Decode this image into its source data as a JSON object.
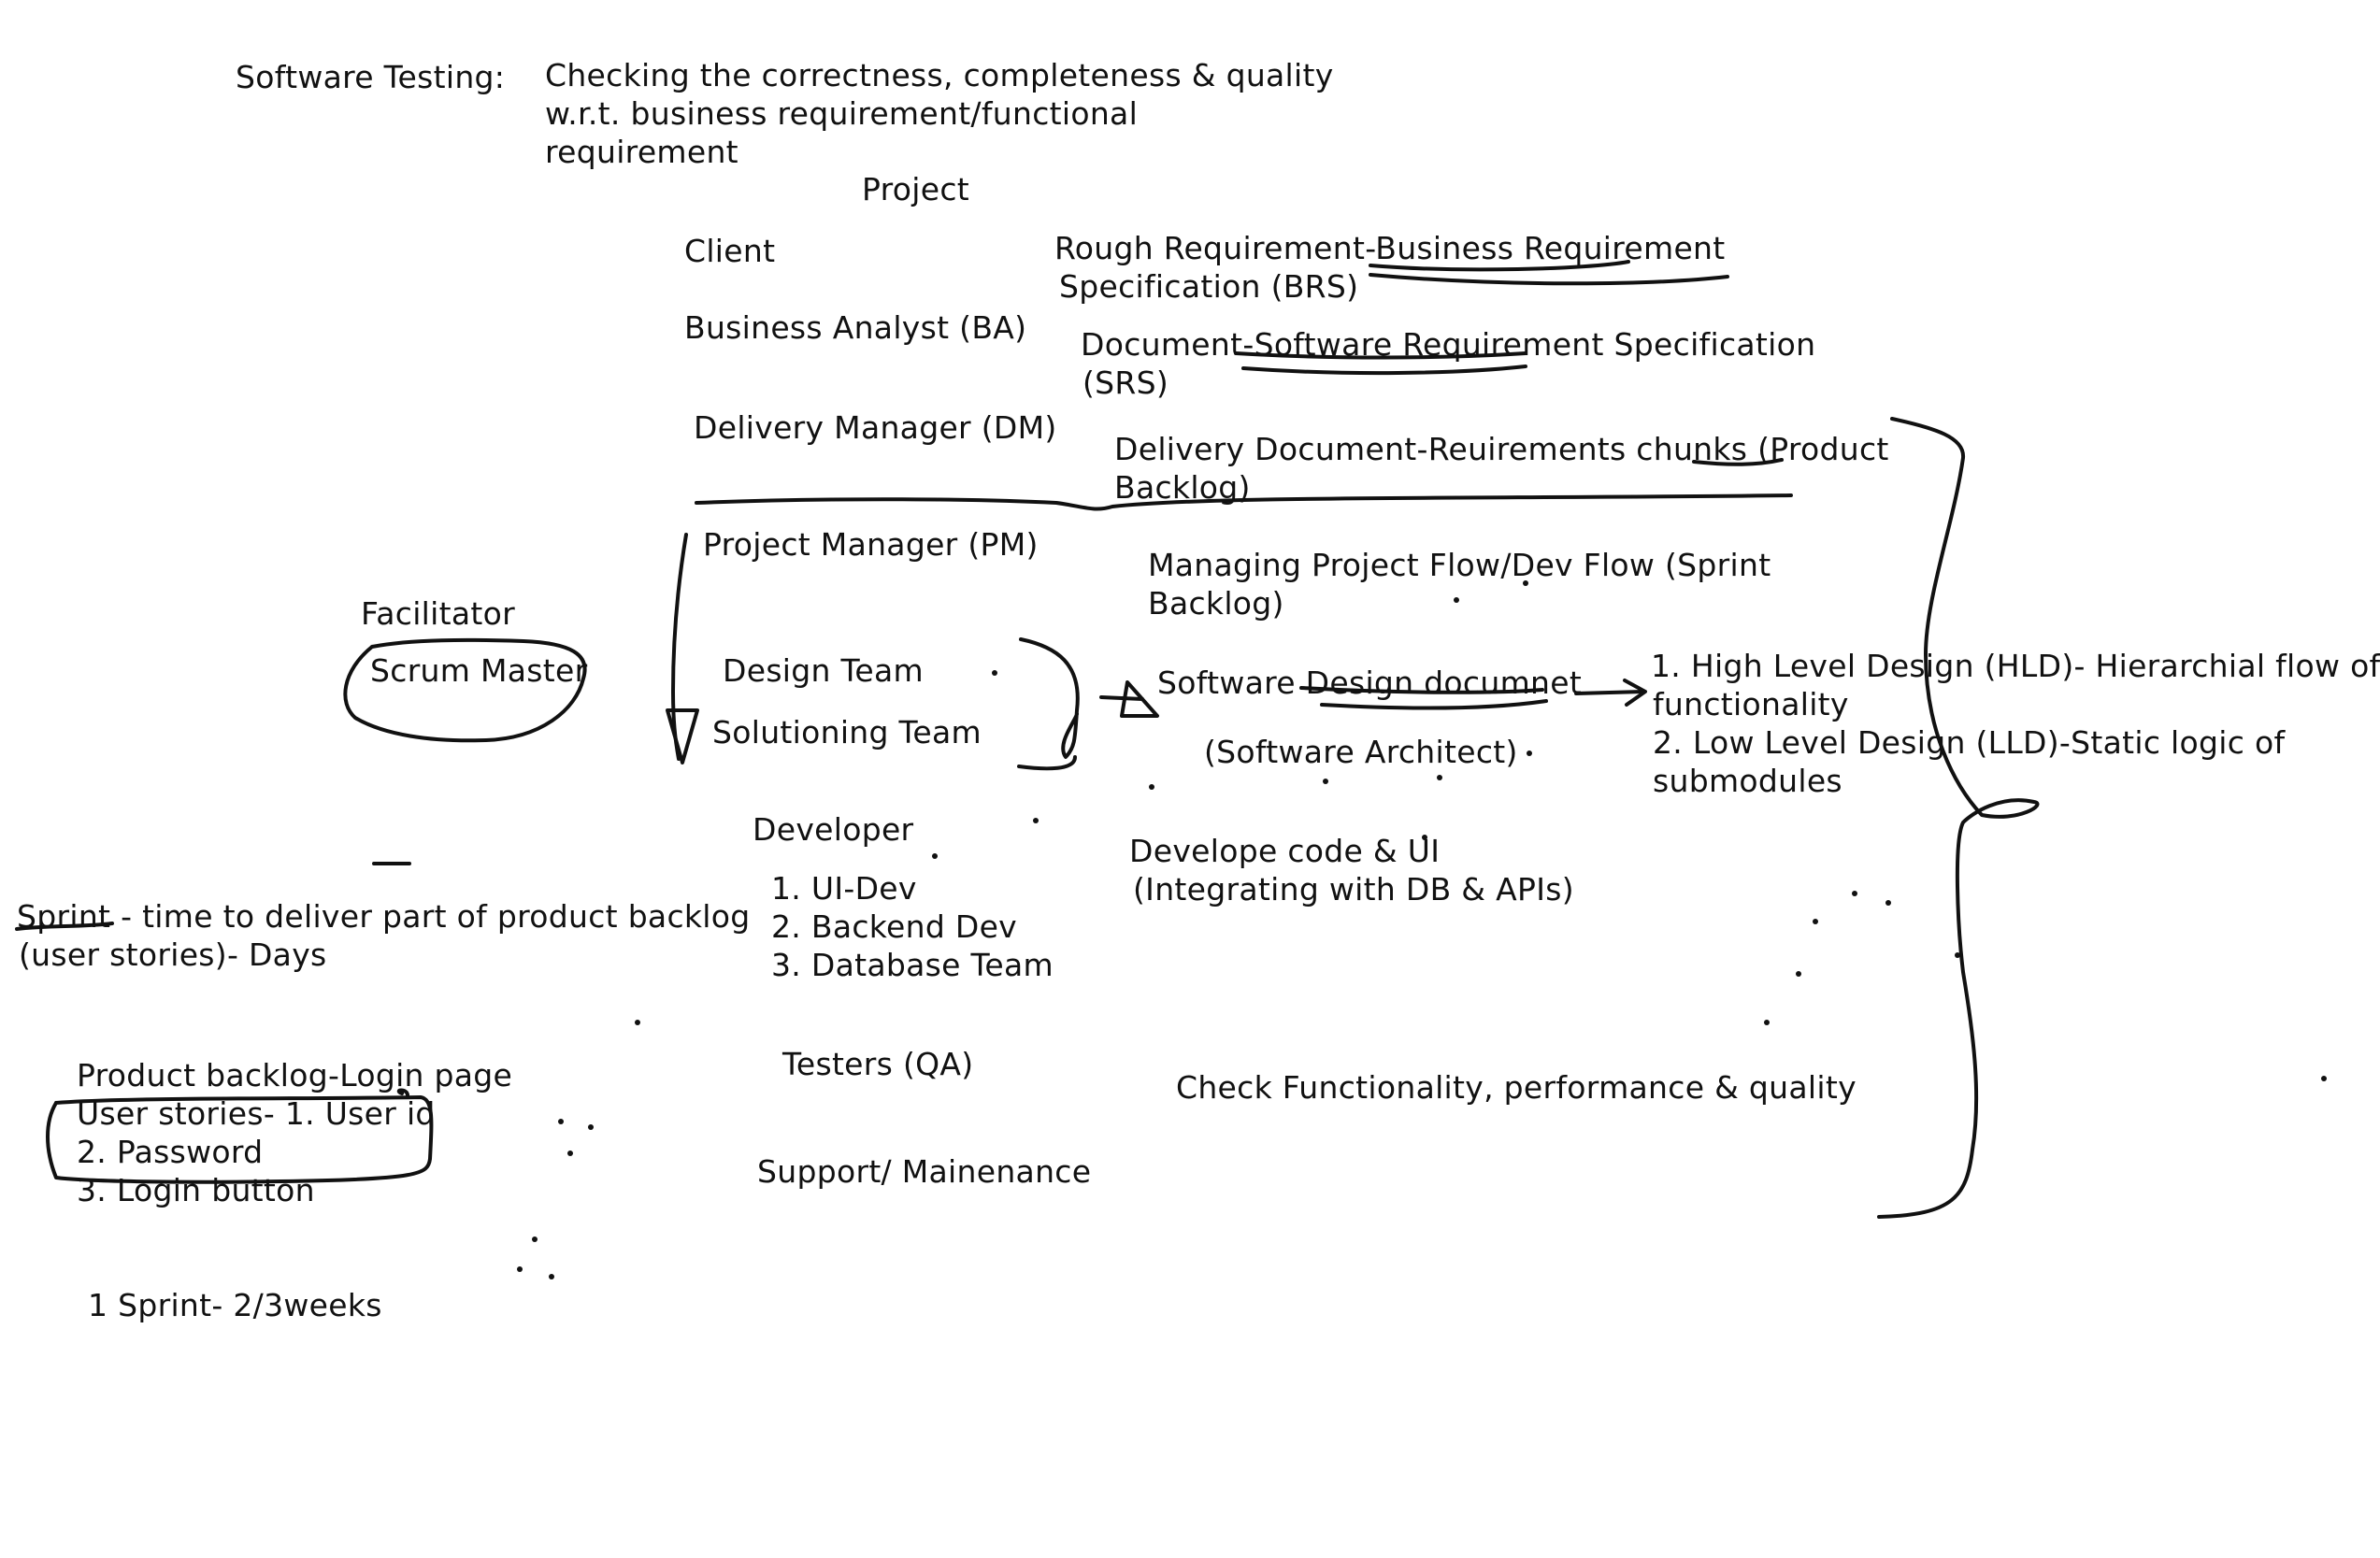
{
  "title": "Software Testing:",
  "definition": {
    "line1": "Checking the correctness, completeness & quality",
    "line2": "w.r.t. business requirement/functional",
    "line3": "requirement"
  },
  "project_heading": "Project",
  "roles": {
    "client": "Client",
    "ba": "Business Analyst (BA)",
    "dm": "Delivery Manager (DM)",
    "pm": "Project Manager (PM)",
    "design_team": "Design Team",
    "solutioning_team": "Solutioning Team",
    "developer": "Developer",
    "dev_list": [
      "1. UI-Dev",
      "2. Backend Dev",
      "3. Database Team"
    ],
    "testers": "Testers (QA)",
    "support": "Support/ Mainenance"
  },
  "descriptions": {
    "client_1": "Rough Requirement-Business Requirement",
    "client_2": "Specification (BRS)",
    "ba_1": "Document-Software Requirement Specification",
    "ba_2": "(SRS)",
    "dm_1": "Delivery Document-Reuirements chunks (Product",
    "dm_2": "Backlog)",
    "pm_1": "Managing Project Flow/Dev Flow (Sprint",
    "pm_2": "Backlog)",
    "design_1": "Software Design documnet",
    "design_2": "(Software Architect)",
    "dev_1": "Develope code & UI",
    "dev_2": "(Integrating with DB & APIs)",
    "qa_1": "Check Functionality, performance & quality"
  },
  "design_levels": {
    "hld_1": "1. High Level Design (HLD)- Hierarchial flow of",
    "hld_2": "functionality",
    "lld_1": "2. Low Level Design (LLD)-Static logic of",
    "lld_2": "submodules"
  },
  "facilitator": "Facilitator",
  "scrum_master": "Scrum Master",
  "sprint_def_1": "Sprint - time to deliver part of product backlog",
  "sprint_def_2": "(user stories)- Days",
  "backlog_example": {
    "heading": "Product backlog-Login page",
    "line1": "User stories- 1. User id",
    "line2": "2. Password",
    "line3": "3. Login button"
  },
  "sprint_length": "1 Sprint- 2/3weeks"
}
